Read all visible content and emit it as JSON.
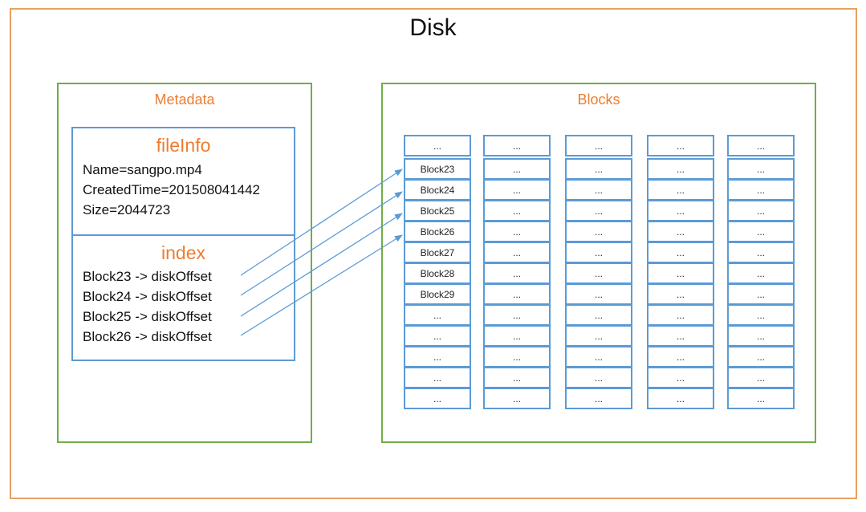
{
  "title": "Disk",
  "metadata": {
    "label": "Metadata",
    "fileinfo": {
      "title": "fileInfo",
      "lines": [
        "Name=sangpo.mp4",
        "CreatedTime=201508041442",
        "Size=2044723"
      ]
    },
    "index": {
      "title": "index",
      "lines": [
        "Block23 -> diskOffset",
        "Block24 -> diskOffset",
        "Block25 -> diskOffset",
        "Block26 -> diskOffset"
      ]
    }
  },
  "blocks": {
    "label": "Blocks",
    "columns": [
      [
        "...",
        "Block23",
        "Block24",
        "Block25",
        "Block26",
        "Block27",
        "Block28",
        "Block29",
        "...",
        "...",
        "...",
        "...",
        "..."
      ],
      [
        "...",
        "...",
        "...",
        "...",
        "...",
        "...",
        "...",
        "...",
        "...",
        "...",
        "...",
        "...",
        "..."
      ],
      [
        "...",
        "...",
        "...",
        "...",
        "...",
        "...",
        "...",
        "...",
        "...",
        "...",
        "...",
        "...",
        "..."
      ],
      [
        "...",
        "...",
        "...",
        "...",
        "...",
        "...",
        "...",
        "...",
        "...",
        "...",
        "...",
        "...",
        "..."
      ],
      [
        "...",
        "...",
        "...",
        "...",
        "...",
        "...",
        "...",
        "...",
        "...",
        "...",
        "...",
        "...",
        "..."
      ]
    ]
  },
  "arrows": [
    {
      "from": "Block23 -> diskOffset",
      "to": "Block23"
    },
    {
      "from": "Block24 -> diskOffset",
      "to": "Block24"
    },
    {
      "from": "Block25 -> diskOffset",
      "to": "Block25"
    },
    {
      "from": "Block26 -> diskOffset",
      "to": "Block26"
    }
  ],
  "colors": {
    "disk_border": "#e8a060",
    "panel_border": "#70ad47",
    "box_border": "#5b9bd5",
    "heading": "#ed7d31",
    "arrow": "#5b9bd5"
  }
}
